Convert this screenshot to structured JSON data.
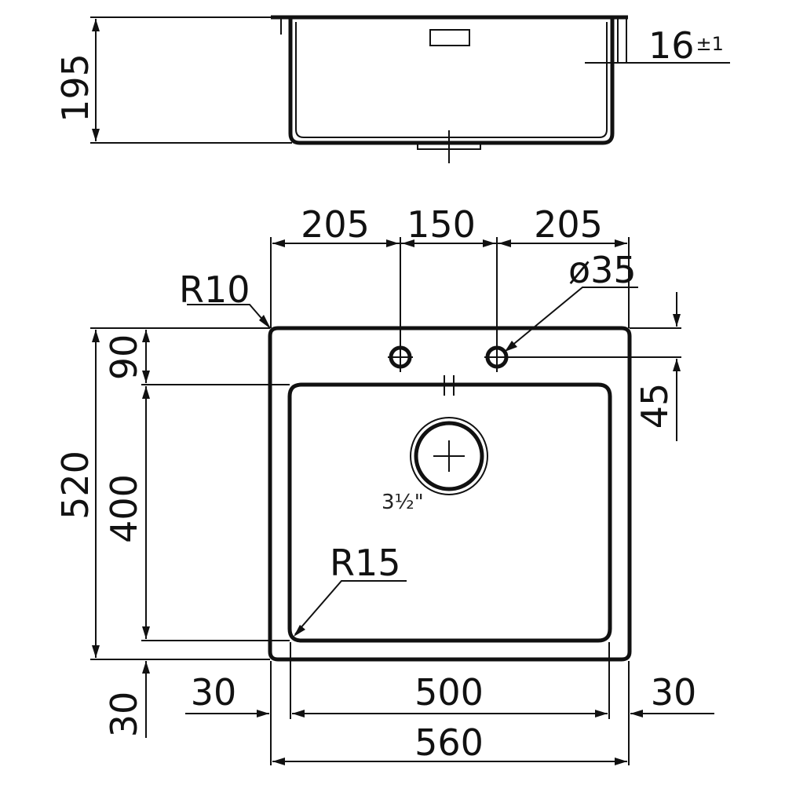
{
  "dimensions": {
    "side_height": "195",
    "rim_thickness": "16",
    "rim_tolerance": "±1",
    "tap_left": "205",
    "tap_spacing": "150",
    "tap_right": "205",
    "hole_diameter": "ø35",
    "outer_radius": "R10",
    "inner_radius": "R15",
    "top_margin": "90",
    "hole_offset": "45",
    "total_depth": "520",
    "bowl_depth": "400",
    "bottom_margin": "30",
    "left_margin": "30",
    "bowl_width": "500",
    "right_margin": "30",
    "total_width": "560",
    "drain_size": "3½\""
  }
}
